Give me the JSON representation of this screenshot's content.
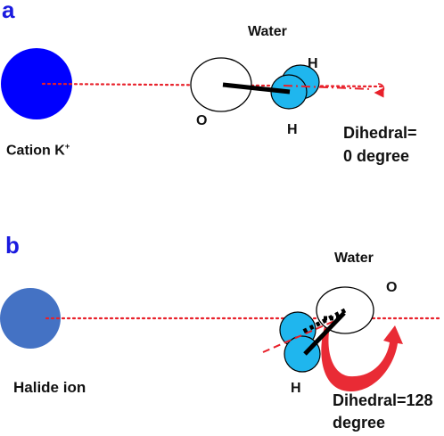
{
  "colors": {
    "panel_letter": "#1a1adf",
    "cation": "#0000ff",
    "halide": "#4472c4",
    "hydrogen": "#1fb6ee",
    "axis_line": "#e8202a",
    "curved_arrow": "#e8202a",
    "bond": "#000000"
  },
  "panel_a": {
    "letter": "a",
    "water_title": "Water",
    "cation_label": "Cation K",
    "cation_charge": "+",
    "oxygen_label": "O",
    "h_top_label": "H",
    "h_bottom_label": "H",
    "dihedral_line1": "Dihedral=",
    "dihedral_line2": "0 degree"
  },
  "panel_b": {
    "letter": "b",
    "water_title": "Water",
    "ion_label": "Halide ion",
    "oxygen_label": "O",
    "h_label": "H",
    "dihedral_line1": "Dihedral=128",
    "dihedral_line2": "degree"
  }
}
